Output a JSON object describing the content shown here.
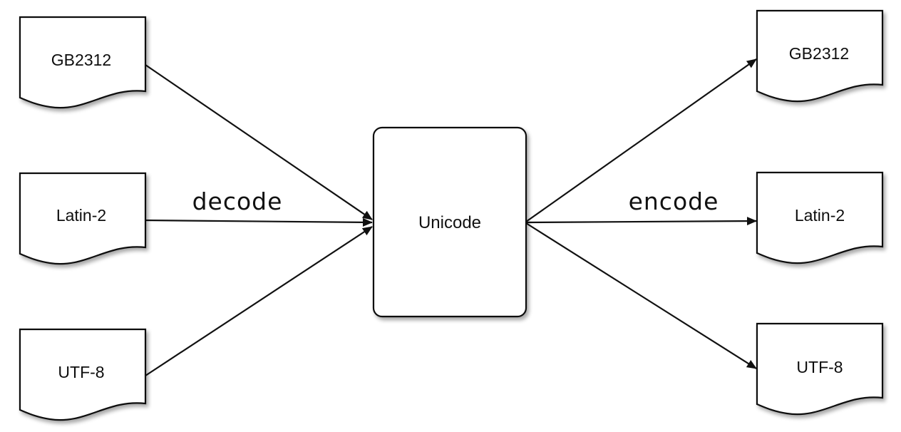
{
  "center": {
    "label": "Unicode"
  },
  "sources": [
    {
      "label": "GB2312"
    },
    {
      "label": "Latin-2"
    },
    {
      "label": "UTF-8"
    }
  ],
  "targets": [
    {
      "label": "GB2312"
    },
    {
      "label": "Latin-2"
    },
    {
      "label": "UTF-8"
    }
  ],
  "edges": {
    "decode_label": "decode",
    "encode_label": "encode"
  }
}
